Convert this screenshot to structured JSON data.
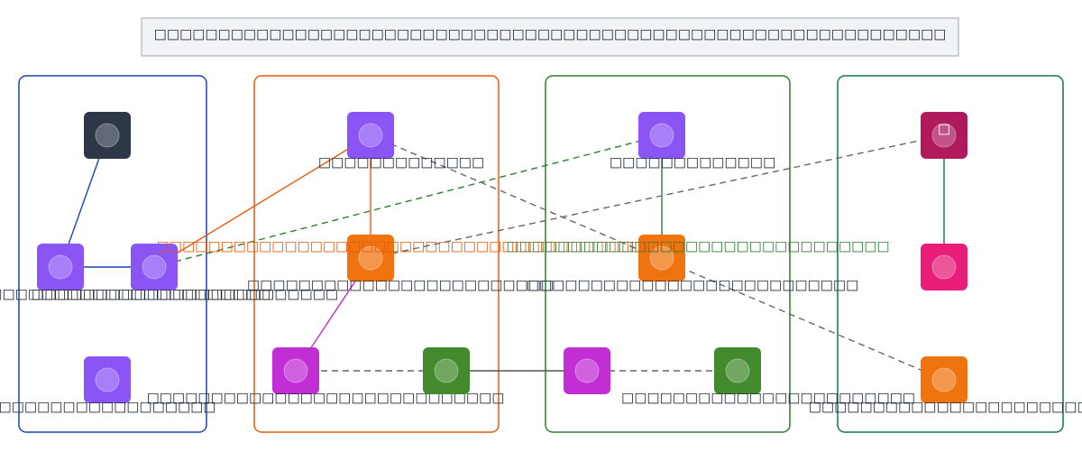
{
  "title": "□□□□□□□□□□□□□□□□□□□□□□□□□□□□□□□□□□□□□□□□□□□□□□□□□□□□□□□□□□□□□□",
  "groups": [
    {
      "id": "g1",
      "color": "#1e40af"
    },
    {
      "id": "g2",
      "color": "#e55b0f"
    },
    {
      "id": "g3",
      "color": "#2e7d32"
    },
    {
      "id": "g4",
      "color": "#13705f"
    }
  ],
  "nodes": [
    {
      "id": "n1",
      "color": "#2d3748",
      "label": "",
      "glyph": ""
    },
    {
      "id": "n2",
      "color": "#8b55f6",
      "label": "□□□□□□□□□□□□□□□□□□□□□□□□",
      "glyph": ""
    },
    {
      "id": "n3",
      "color": "#8b55f6",
      "label": "□□□□□□□□□□□□□□□□□□□□□□□□",
      "glyph": ""
    },
    {
      "id": "n4",
      "color": "#8b55f6",
      "label": "□□□□□□□□□□□□□□□□□",
      "glyph": ""
    },
    {
      "id": "n5",
      "color": "#8b55f6",
      "label": "□□□□□□□□□□□□□",
      "glyph": ""
    },
    {
      "id": "n6",
      "color": "#ef7410",
      "label": "□□□□□□□□□□□□□□□□□□□□□□□□",
      "glyph": ""
    },
    {
      "id": "n7",
      "color": "#c12ed4",
      "label": "□□□□□□□□□□□□□□□□□□□□□□□□□□□□",
      "glyph": ""
    },
    {
      "id": "n8",
      "color": "#438a2c",
      "label": "",
      "glyph": ""
    },
    {
      "id": "n9",
      "color": "#8b55f6",
      "label": "□□□□□□□□□□□□□",
      "glyph": ""
    },
    {
      "id": "n10",
      "color": "#ef7410",
      "label": "□□□□□□□□□□□□□□□□□□□□□□□□□□",
      "glyph": ""
    },
    {
      "id": "n11",
      "color": "#c12ed4",
      "label": "",
      "glyph": ""
    },
    {
      "id": "n12",
      "color": "#438a2c",
      "label": "□□□□□□□□□□□□□□□□□□□□□□□",
      "glyph": ""
    },
    {
      "id": "n13",
      "color": "#b01a5c",
      "label": "",
      "glyph": "□"
    },
    {
      "id": "n14",
      "color": "#e91e7a",
      "label": "",
      "glyph": ""
    },
    {
      "id": "n15",
      "color": "#ef7410",
      "label": "□□□□□□□□□□□□□□□□□□□□□□□□□□",
      "glyph": ""
    }
  ],
  "edges": [
    {
      "id": "e1",
      "from": "n1",
      "to": "n2",
      "color": "#1e40af",
      "dashed": false,
      "label": ""
    },
    {
      "id": "e2",
      "from": "n2",
      "to": "n3",
      "color": "#1e40af",
      "dashed": false,
      "label": ""
    },
    {
      "id": "e3",
      "from": "n3",
      "to": "n5",
      "color": "#e55b0f",
      "dashed": false,
      "label": ""
    },
    {
      "id": "e4",
      "from": "n5",
      "to": "n6",
      "color": "#e55b0f",
      "dashed": false,
      "label": "□□□□□□□□□□□□□□□□□□□□□□□□□□□□□□□□□□□□□□□"
    },
    {
      "id": "e5",
      "from": "n6",
      "to": "n7",
      "color": "#c12ed4",
      "dashed": false,
      "label": ""
    },
    {
      "id": "e6",
      "from": "n3",
      "to": "n9",
      "color": "#2e7d32",
      "dashed": true,
      "label": ""
    },
    {
      "id": "e7",
      "from": "n9",
      "to": "n10",
      "color": "#2e7d32",
      "dashed": false,
      "label": "□□□□□□□□□□□□□□□□□□□□□□□□□□□□□□"
    },
    {
      "id": "e8",
      "from": "n13",
      "to": "n14",
      "color": "#13705f",
      "dashed": false,
      "label": ""
    },
    {
      "id": "e9",
      "from": "n6",
      "to": "n13",
      "color": "#666666",
      "dashed": true,
      "label": ""
    },
    {
      "id": "e10",
      "from": "n15",
      "to": "n5",
      "color": "#666666",
      "dashed": true,
      "label": ""
    },
    {
      "id": "e11",
      "from": "n8",
      "to": "n7",
      "color": "#666666",
      "dashed": true,
      "label": ""
    },
    {
      "id": "e12",
      "from": "n8",
      "to": "n11",
      "color": "#555555",
      "dashed": false,
      "label": ""
    },
    {
      "id": "e13",
      "from": "n11",
      "to": "n12",
      "color": "#666666",
      "dashed": true,
      "label": ""
    }
  ]
}
